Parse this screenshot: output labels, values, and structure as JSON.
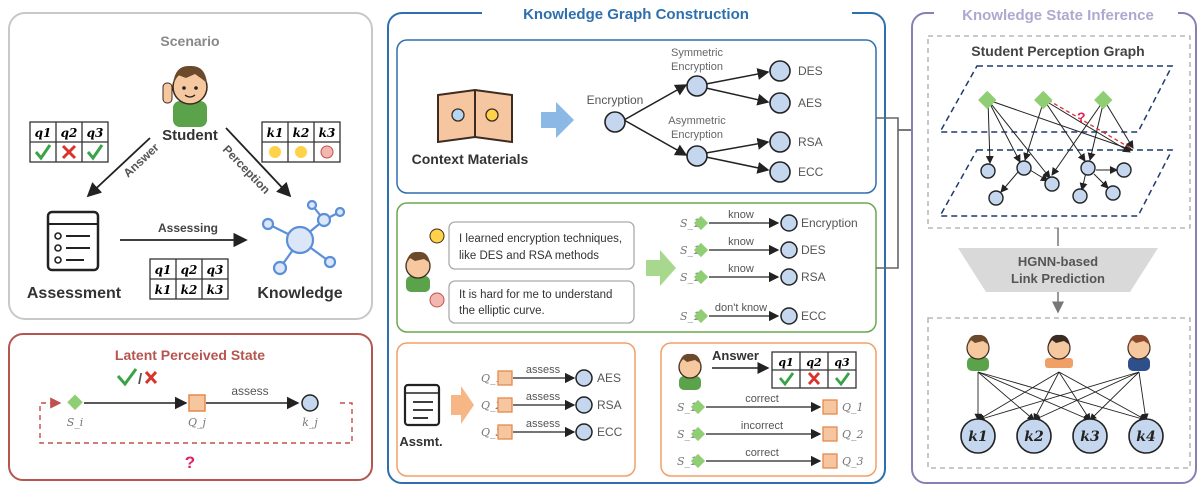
{
  "scenario": {
    "title": "Scenario",
    "student": "Student",
    "answer": "Answer",
    "perception": "Perception",
    "assessing": "Assessing",
    "assessment": "Assessment",
    "knowledge": "Knowledge",
    "q_headers": [
      "q1",
      "q2",
      "q3"
    ],
    "k_headers": [
      "k1",
      "k2",
      "k3"
    ]
  },
  "latent": {
    "title": "Latent Perceived State",
    "assess": "assess",
    "s_label": "S_i",
    "q_label": "Q_j",
    "k_label": "k_j",
    "qmark": "?"
  },
  "kgc": {
    "title": "Knowledge Graph Construction",
    "context_label": "Context Materials",
    "nodes": {
      "encryption": "Encryption",
      "sym1": "Symmetric",
      "sym2": "Encryption",
      "asym1": "Asymmetric",
      "asym2": "Encryption",
      "des": "DES",
      "aes": "AES",
      "rsa": "RSA",
      "ecc": "ECC"
    },
    "bubble1": {
      "line1_a": "I learned ",
      "line1_hl": "encryption",
      "line1_b": " techniques,",
      "line2_a": "like ",
      "line2_hl1": "DES",
      "line2_mid": " and ",
      "line2_hl2": "RSA",
      "line2_b": " methods"
    },
    "bubble2": {
      "line1": "It is hard for me to understand",
      "line2_a": "the ",
      "line2_hl": "elliptic curve",
      "line2_b": "."
    },
    "perception_rows": [
      {
        "rel": "know",
        "target": "Encryption"
      },
      {
        "rel": "know",
        "target": "DES"
      },
      {
        "rel": "know",
        "target": "RSA"
      },
      {
        "rel": "don't know",
        "target": "ECC"
      }
    ],
    "s1": "S_1",
    "assmt_label": "Assmt.",
    "assess_rows": [
      {
        "q": "Q_1",
        "rel": "assess",
        "target": "AES"
      },
      {
        "q": "Q_2",
        "rel": "assess",
        "target": "RSA"
      },
      {
        "q": "Q_3",
        "rel": "assess",
        "target": "ECC"
      }
    ],
    "answer_label": "Answer",
    "answer_rows": [
      {
        "rel": "correct",
        "q": "Q_1"
      },
      {
        "rel": "incorrect",
        "q": "Q_2"
      },
      {
        "rel": "correct",
        "q": "Q_3"
      }
    ]
  },
  "ksi": {
    "title": "Knowledge State Inference",
    "graph_title": "Student Perception Graph",
    "hgnn1": "HGNN-based",
    "hgnn2": "Link Prediction",
    "k_nodes": [
      "k1",
      "k2",
      "k3",
      "k4"
    ]
  },
  "colors": {
    "green": "#8fce72",
    "orange": "#f6b686",
    "red": "#c0504d",
    "blue": "#2e6fae",
    "node": "#c5d7ee"
  }
}
